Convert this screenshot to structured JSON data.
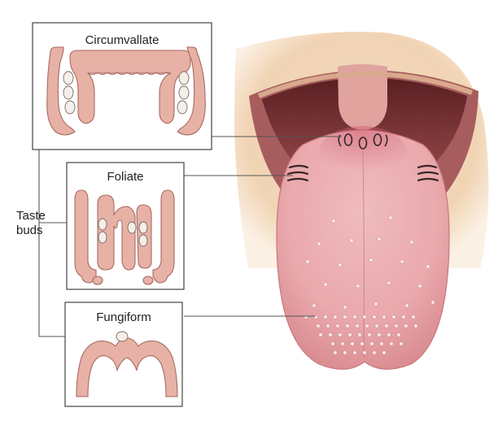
{
  "labels": {
    "circumvallate": "Circumvallate",
    "foliate": "Foliate",
    "fungiform": "Fungiform",
    "taste_buds_line1": "Taste",
    "taste_buds_line2": "buds"
  },
  "colors": {
    "tissue_fill": "#e7b1a6",
    "tissue_stroke": "#a86a60",
    "tongue_fill": "#e9a9ad",
    "mouth_dark": "#7e3a3c",
    "mouth_mid": "#b16565",
    "face_skin": "#f0d3b4",
    "box_border": "#444444",
    "leader_line": "#555555"
  },
  "icons": {
    "taste_bud": "taste-bud-icon",
    "papilla_dot": "papilla-dot-icon"
  }
}
